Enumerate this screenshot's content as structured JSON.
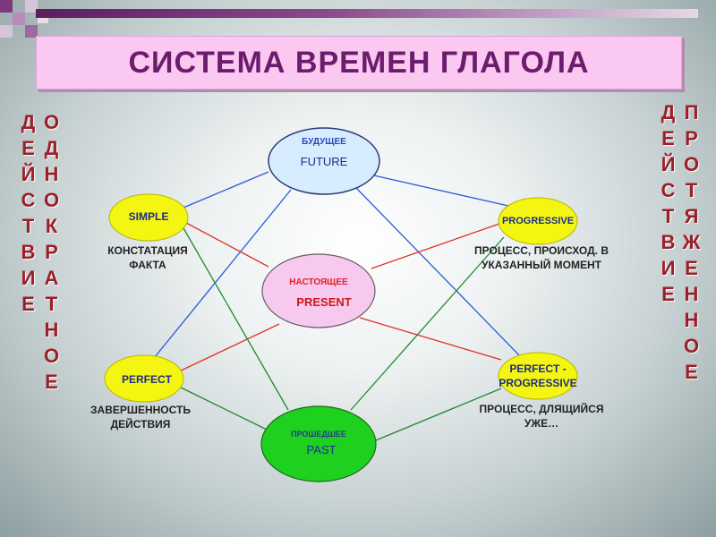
{
  "title": "СИСТЕМА ВРЕМЕН ГЛАГОЛА",
  "left_vertical": "ОДНОКРАТНОЕ ДЕЙСТВИЕ",
  "right_vertical": "ПРОТЯЖЕННОЕ ДЕЙСТВИЕ",
  "nodes": {
    "future": {
      "ru": "БУДУЩЕЕ",
      "en": "FUTURE"
    },
    "present": {
      "ru": "НАСТОЯЩЕЕ",
      "en": "PRESENT"
    },
    "past": {
      "ru": "ПРОШЕДШЕЕ",
      "en": "PAST"
    },
    "simple": {
      "label": "SIMPLE",
      "desc_line1": "КОНСТАТАЦИЯ",
      "desc_line2": "ФАКТА"
    },
    "progressive": {
      "label": "PROGRESSIVE",
      "desc_line1": "ПРОЦЕСС, ПРОИСХОД. В",
      "desc_line2": "УКАЗАННЫЙ МОМЕНТ"
    },
    "perfect": {
      "label": "PERFECT",
      "desc_line1": "ЗАВЕРШЕННОСТЬ",
      "desc_line2": "ДЕЙСТВИЯ"
    },
    "perfect_progressive": {
      "label_line1": "PERFECT -",
      "label_line2": "PROGRESSIVE",
      "desc_line1": "ПРОЦЕСС, ДЛЯЩИЙСЯ",
      "desc_line2": "УЖЕ…"
    }
  },
  "colors": {
    "future_fill": "#d8ecff",
    "present_fill": "#f7c9ef",
    "past_fill": "#1fd11f",
    "aspect_fill": "#f5f512",
    "blue_line": "#2a5bd7",
    "red_line": "#e0302a",
    "green_line": "#1e8a2e",
    "title_text": "#6b1d6b",
    "vertical_text": "#9b1f2a"
  }
}
